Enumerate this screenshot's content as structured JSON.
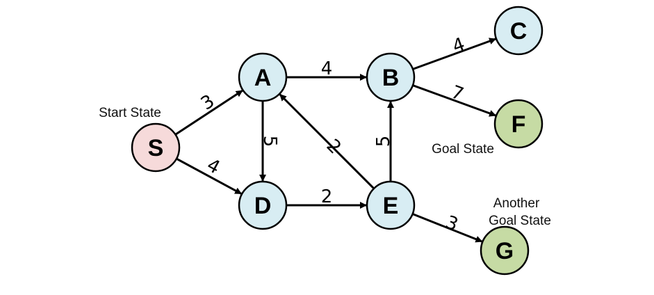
{
  "colors": {
    "start_fill": "#f6dada",
    "node_fill": "#d8edf3",
    "goal_fill": "#c6dba4",
    "stroke": "#000000"
  },
  "nodes": [
    {
      "id": "S",
      "label": "S",
      "kind": "start"
    },
    {
      "id": "A",
      "label": "A",
      "kind": "normal"
    },
    {
      "id": "B",
      "label": "B",
      "kind": "normal"
    },
    {
      "id": "C",
      "label": "C",
      "kind": "normal"
    },
    {
      "id": "D",
      "label": "D",
      "kind": "normal"
    },
    {
      "id": "E",
      "label": "E",
      "kind": "normal"
    },
    {
      "id": "F",
      "label": "F",
      "kind": "goal"
    },
    {
      "id": "G",
      "label": "G",
      "kind": "goal"
    }
  ],
  "edges": [
    {
      "from": "S",
      "to": "A",
      "weight": "3"
    },
    {
      "from": "S",
      "to": "D",
      "weight": "4"
    },
    {
      "from": "A",
      "to": "B",
      "weight": "4"
    },
    {
      "from": "A",
      "to": "D",
      "weight": "5"
    },
    {
      "from": "D",
      "to": "E",
      "weight": "2"
    },
    {
      "from": "E",
      "to": "A",
      "weight": "2"
    },
    {
      "from": "E",
      "to": "B",
      "weight": "5"
    },
    {
      "from": "B",
      "to": "C",
      "weight": "4"
    },
    {
      "from": "B",
      "to": "F",
      "weight": "7"
    },
    {
      "from": "E",
      "to": "G",
      "weight": "3"
    }
  ],
  "annotations": {
    "start_state": "Start State",
    "goal_state": "Goal State",
    "another_goal_line1": "Another",
    "another_goal_line2": "Goal State"
  }
}
